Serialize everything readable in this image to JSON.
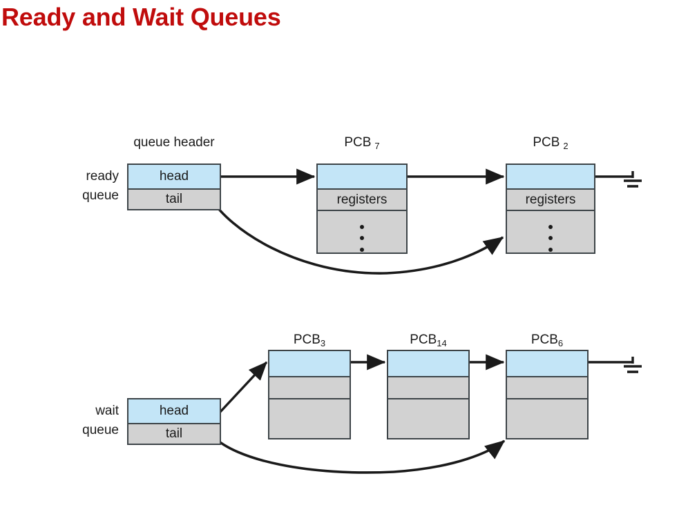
{
  "slide": {
    "title": "Ready and Wait Queues",
    "title_color": "#c00c0c",
    "background": "#ffffff"
  },
  "palette": {
    "pointer_cell": "#c3e5f7",
    "body_cell": "#d2d2d2",
    "stroke": "#3c4347",
    "text": "#1a1a1a"
  },
  "diagram": {
    "column_header_label": "queue header",
    "ready_queue": {
      "label_line1": "ready",
      "label_line2": "queue",
      "header_cells": [
        {
          "name": "head",
          "text": "head",
          "fill": "pointer_cell"
        },
        {
          "name": "tail",
          "text": "tail",
          "fill": "body_cell"
        }
      ],
      "nodes": [
        {
          "title_prefix": "PCB",
          "title_subscript": "7",
          "title_spaced": true,
          "cells": [
            {
              "name": "next-pointer",
              "text": "",
              "fill": "pointer_cell"
            },
            {
              "name": "registers",
              "text": "registers",
              "fill": "body_cell"
            },
            {
              "name": "ellipsis",
              "text": "",
              "fill": "body_cell",
              "dots": 3
            }
          ]
        },
        {
          "title_prefix": "PCB",
          "title_subscript": "2",
          "title_spaced": true,
          "cells": [
            {
              "name": "next-pointer",
              "text": "",
              "fill": "pointer_cell"
            },
            {
              "name": "registers",
              "text": "registers",
              "fill": "body_cell"
            },
            {
              "name": "ellipsis",
              "text": "",
              "fill": "body_cell",
              "dots": 3
            }
          ],
          "terminated": true
        }
      ]
    },
    "wait_queue": {
      "label_line1": "wait",
      "label_line2": "queue",
      "header_cells": [
        {
          "name": "head",
          "text": "head",
          "fill": "pointer_cell"
        },
        {
          "name": "tail",
          "text": "tail",
          "fill": "body_cell"
        }
      ],
      "nodes": [
        {
          "title_prefix": "PCB",
          "title_subscript": "3",
          "title_spaced": false,
          "cells": [
            {
              "name": "next-pointer",
              "text": "",
              "fill": "pointer_cell"
            },
            {
              "name": "registers",
              "text": "",
              "fill": "body_cell"
            },
            {
              "name": "ellipsis",
              "text": "",
              "fill": "body_cell",
              "dots": 0
            }
          ]
        },
        {
          "title_prefix": "PCB",
          "title_subscript": "14",
          "title_spaced": false,
          "cells": [
            {
              "name": "next-pointer",
              "text": "",
              "fill": "pointer_cell"
            },
            {
              "name": "registers",
              "text": "",
              "fill": "body_cell"
            },
            {
              "name": "ellipsis",
              "text": "",
              "fill": "body_cell",
              "dots": 0
            }
          ]
        },
        {
          "title_prefix": "PCB",
          "title_subscript": "6",
          "title_spaced": false,
          "cells": [
            {
              "name": "next-pointer",
              "text": "",
              "fill": "pointer_cell"
            },
            {
              "name": "registers",
              "text": "",
              "fill": "body_cell"
            },
            {
              "name": "ellipsis",
              "text": "",
              "fill": "body_cell",
              "dots": 0
            }
          ],
          "terminated": true
        }
      ]
    }
  }
}
